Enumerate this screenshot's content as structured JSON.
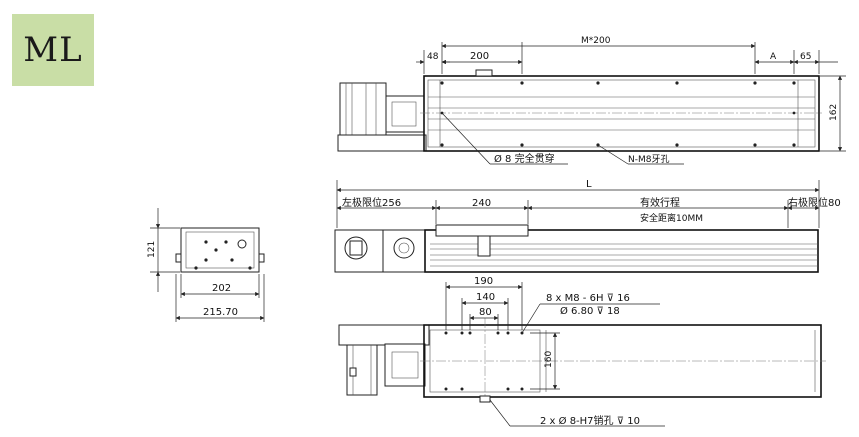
{
  "model_badge": {
    "text": "ML",
    "color": "#c9dea6"
  },
  "top_view": {
    "dim_48": "48",
    "dim_200": "200",
    "dim_m200": "M*200",
    "dim_a": "A",
    "dim_65": "65",
    "dim_162": "162",
    "callout_through_hole": "Ø 8 完全贯穿",
    "callout_tapped_holes": "N-M8牙孔"
  },
  "side_view": {
    "dim_l": "L",
    "dim_left_limit": "左极限位256",
    "dim_240": "240",
    "dim_stroke": "有效行程",
    "note_safety": "安全距离10MM",
    "dim_right_limit": "右极限位80"
  },
  "bottom_view": {
    "dim_190": "190",
    "dim_140": "140",
    "dim_80": "80",
    "dim_160": "160",
    "callout_m8": "8 x  M8 - 6H  ⊽ 16",
    "callout_phi": "Ø  6.80  ⊽ 18",
    "callout_pin": "2 x  Ø  8-H7销孔  ⊽ 10"
  },
  "end_view": {
    "dim_121": "121",
    "dim_202": "202",
    "dim_215": "215.70"
  }
}
